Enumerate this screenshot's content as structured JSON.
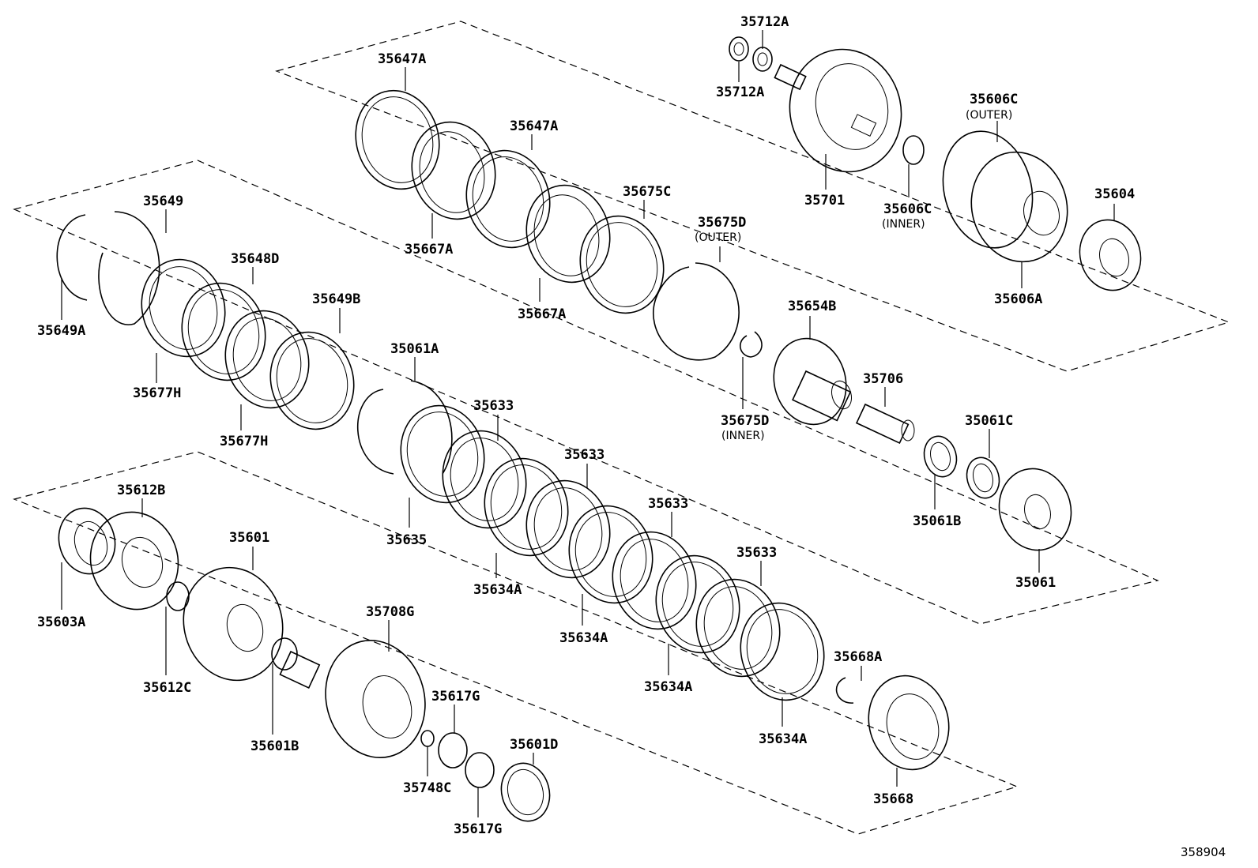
{
  "figure_code": "358904",
  "parts": [
    {
      "id": "p35712A_top",
      "number": "35712A"
    },
    {
      "id": "p35712A_bot",
      "number": "35712A"
    },
    {
      "id": "p35647A_1",
      "number": "35647A"
    },
    {
      "id": "p35647A_2",
      "number": "35647A"
    },
    {
      "id": "p35606C_outer",
      "number": "35606C",
      "note": "(OUTER)"
    },
    {
      "id": "p35701",
      "number": "35701"
    },
    {
      "id": "p35606C_inner",
      "number": "35606C",
      "note": "(INNER)"
    },
    {
      "id": "p35604",
      "number": "35604"
    },
    {
      "id": "p35606A",
      "number": "35606A"
    },
    {
      "id": "p35675C",
      "number": "35675C"
    },
    {
      "id": "p35675D_outer",
      "number": "35675D",
      "note": "(OUTER)"
    },
    {
      "id": "p35667A_1",
      "number": "35667A"
    },
    {
      "id": "p35667A_2",
      "number": "35667A"
    },
    {
      "id": "p35649",
      "number": "35649"
    },
    {
      "id": "p35648D",
      "number": "35648D"
    },
    {
      "id": "p35649B",
      "number": "35649B"
    },
    {
      "id": "p35649A",
      "number": "35649A"
    },
    {
      "id": "p35677H_1",
      "number": "35677H"
    },
    {
      "id": "p35677H_2",
      "number": "35677H"
    },
    {
      "id": "p35654B",
      "number": "35654B"
    },
    {
      "id": "p35706",
      "number": "35706"
    },
    {
      "id": "p35675D_inner",
      "number": "35675D",
      "note": "(INNER)"
    },
    {
      "id": "p35061A",
      "number": "35061A"
    },
    {
      "id": "p35633_1",
      "number": "35633"
    },
    {
      "id": "p35633_2",
      "number": "35633"
    },
    {
      "id": "p35633_3",
      "number": "35633"
    },
    {
      "id": "p35633_4",
      "number": "35633"
    },
    {
      "id": "p35635",
      "number": "35635"
    },
    {
      "id": "p35061C",
      "number": "35061C"
    },
    {
      "id": "p35061B",
      "number": "35061B"
    },
    {
      "id": "p35061",
      "number": "35061"
    },
    {
      "id": "p35612B",
      "number": "35612B"
    },
    {
      "id": "p35601",
      "number": "35601"
    },
    {
      "id": "p35603A",
      "number": "35603A"
    },
    {
      "id": "p35634A_1",
      "number": "35634A"
    },
    {
      "id": "p35634A_2",
      "number": "35634A"
    },
    {
      "id": "p35634A_3",
      "number": "35634A"
    },
    {
      "id": "p35634A_4",
      "number": "35634A"
    },
    {
      "id": "p35708G",
      "number": "35708G"
    },
    {
      "id": "p35612C",
      "number": "35612C"
    },
    {
      "id": "p35617G_1",
      "number": "35617G"
    },
    {
      "id": "p35668A",
      "number": "35668A"
    },
    {
      "id": "p35601D",
      "number": "35601D"
    },
    {
      "id": "p35601B",
      "number": "35601B"
    },
    {
      "id": "p35748C",
      "number": "35748C"
    },
    {
      "id": "p35617G_2",
      "number": "35617G"
    },
    {
      "id": "p35668",
      "number": "35668"
    }
  ]
}
